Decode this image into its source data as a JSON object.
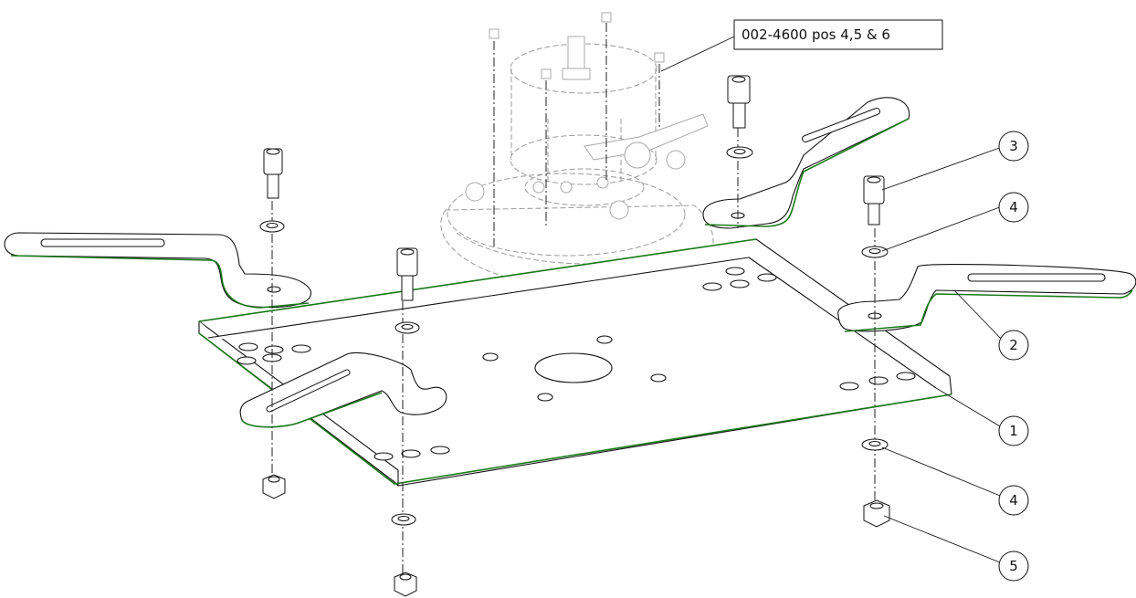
{
  "note_label": "002-4600 pos 4,5 & 6",
  "balloons": [
    {
      "label": "3"
    },
    {
      "label": "4"
    },
    {
      "label": "2"
    },
    {
      "label": "1"
    },
    {
      "label": "4"
    },
    {
      "label": "5"
    }
  ],
  "colors": {
    "line": "#111111",
    "edge_highlight": "#1a7a1a",
    "hidden_part": "#9a9a9a"
  }
}
